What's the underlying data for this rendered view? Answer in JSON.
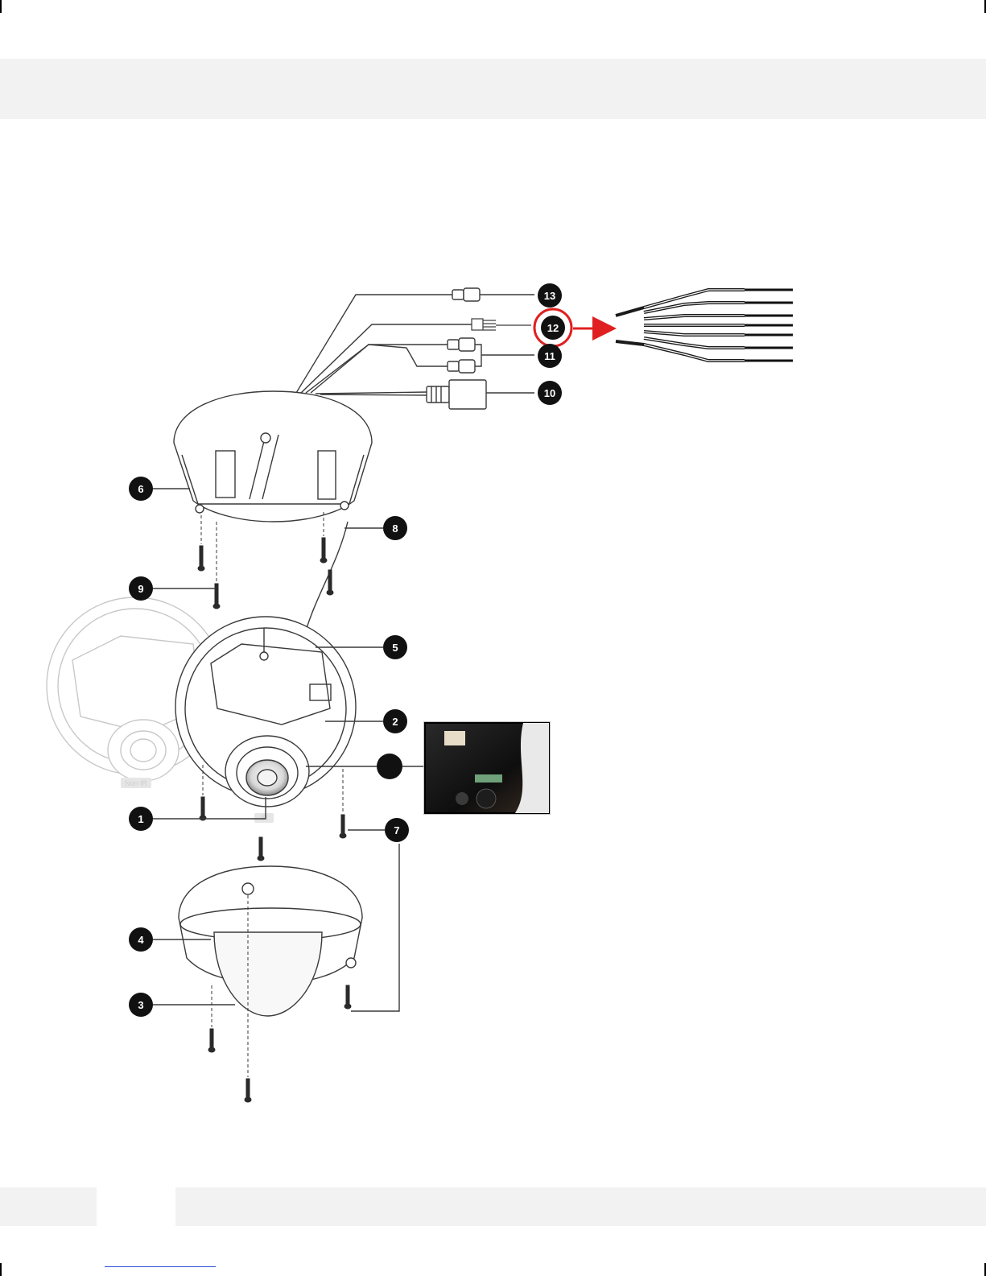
{
  "callouts": {
    "c1": "1",
    "c2": "2",
    "c3": "3",
    "c4": "4",
    "c5": "5",
    "c6": "6",
    "c7": "7",
    "c8": "8",
    "c9": "9",
    "c10": "10",
    "c11": "11",
    "c12": "12",
    "c13": "13"
  },
  "labels": {
    "non_ir": "Non IR",
    "ir": "IR"
  },
  "colors": {
    "callout_fill": "#111111",
    "highlight_ring": "#e02020",
    "arrow": "#e02020",
    "line_art": "#3a3a3a",
    "ghost_line_art": "#c8c8c8"
  }
}
